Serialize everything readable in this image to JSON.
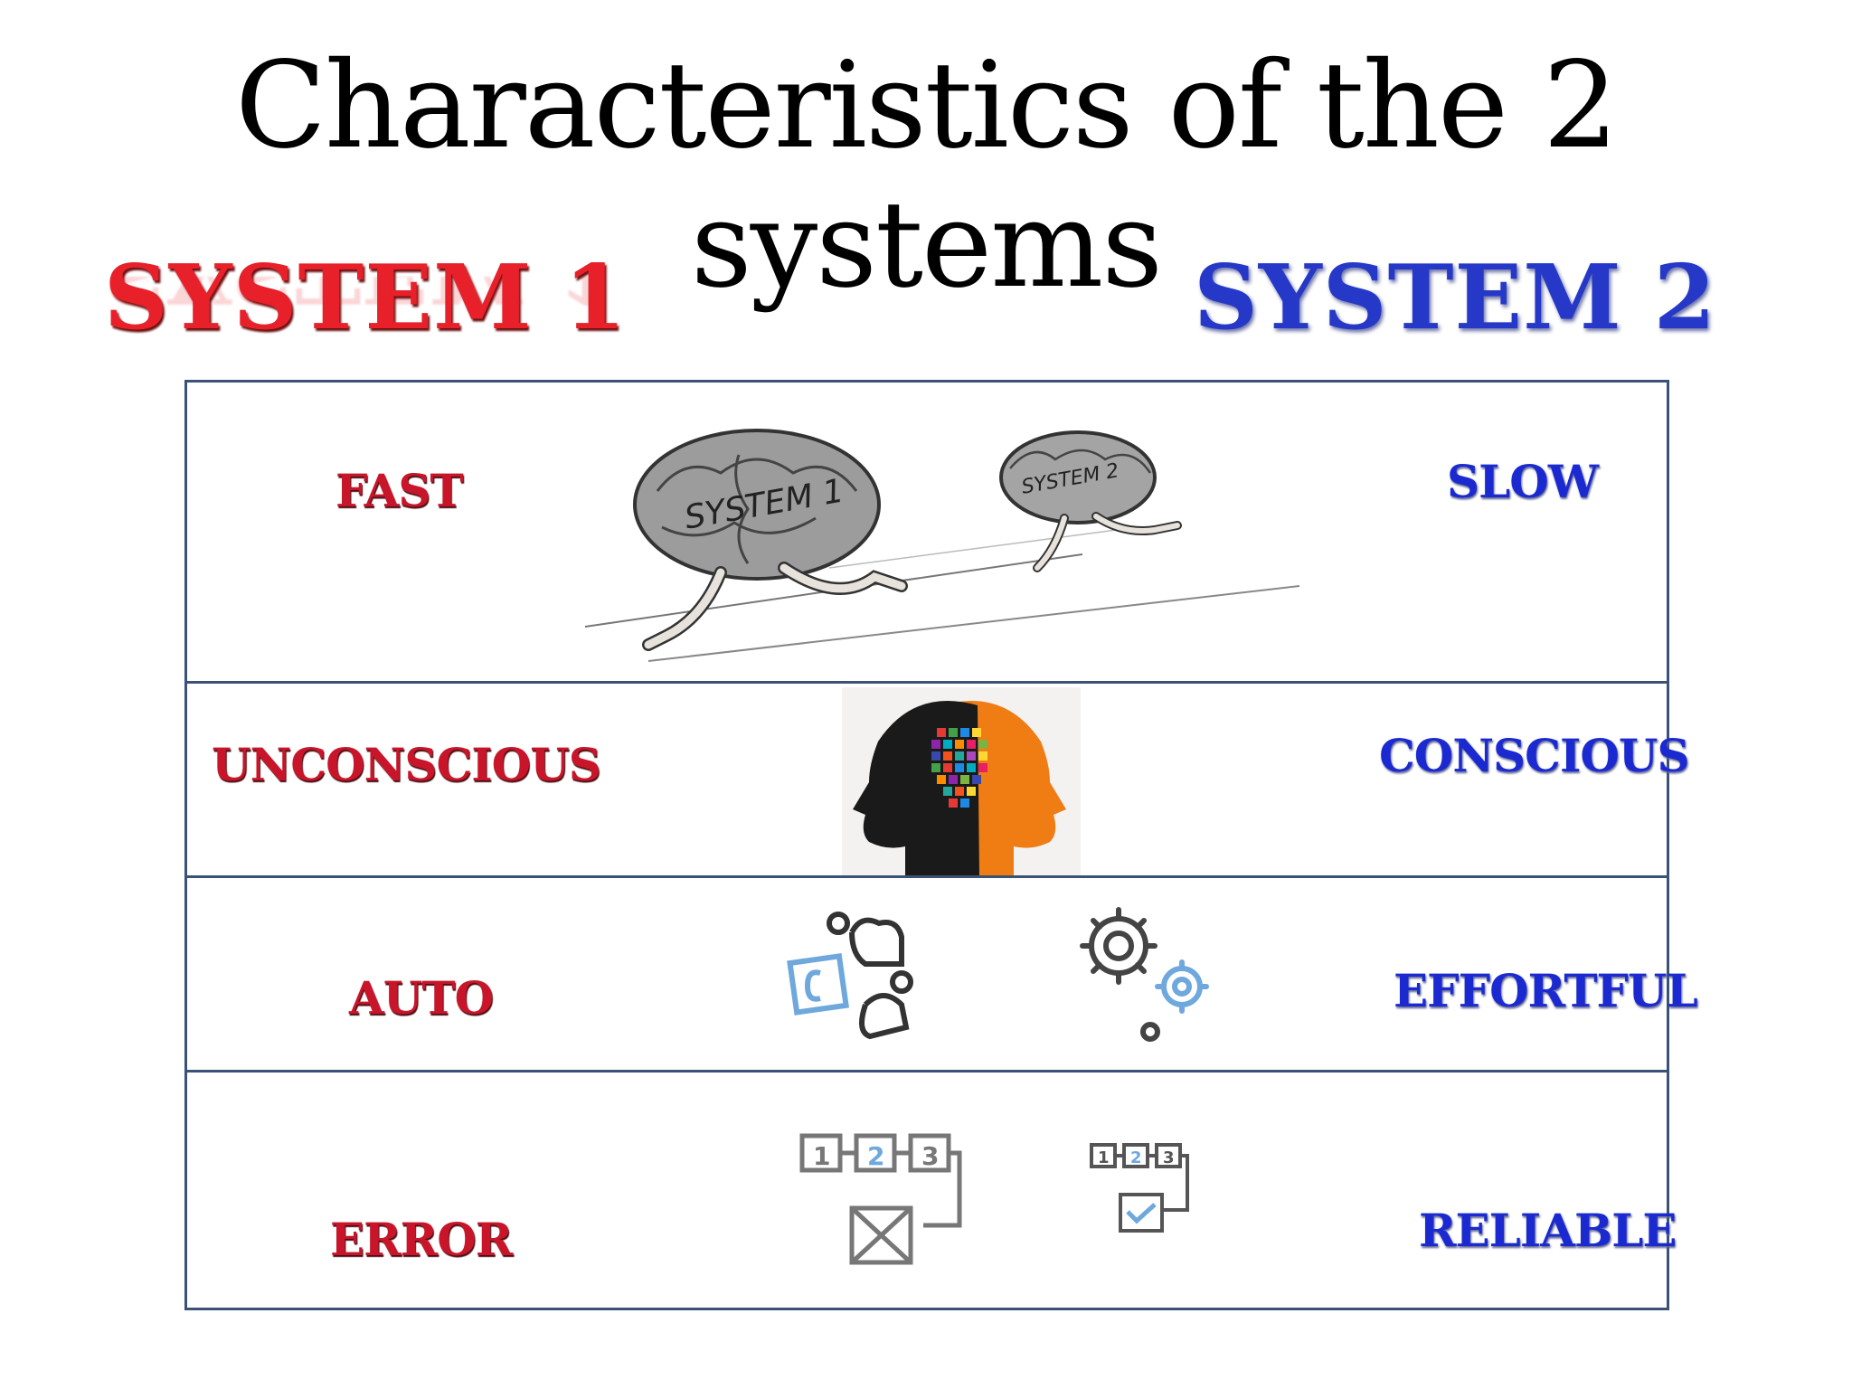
{
  "slide": {
    "title": "Characteristics of the 2 systems"
  },
  "headings": {
    "system1": "SYSTEM 1",
    "system2": "SYSTEM 2"
  },
  "rows": [
    {
      "left": "FAST",
      "right": "SLOW",
      "illustration": "running-brains-icon"
    },
    {
      "left": "UNCONSCIOUS",
      "right": "CONSCIOUS",
      "illustration": "two-heads-icon"
    },
    {
      "left": "AUTO",
      "right": "EFFORTFUL",
      "illustration": "puzzle-and-gears-icon"
    },
    {
      "left": "ERROR",
      "right": "RELIABLE",
      "illustration": "steps-checklist-icon"
    }
  ],
  "brain_text": {
    "brain1": "SYSTEM 1",
    "brain2": "SYSTEM 2"
  },
  "step_numbers": [
    "1",
    "2",
    "3"
  ],
  "colors": {
    "system1_red": "#e8202a",
    "system2_blue": "#2538c8",
    "border": "#3a5276"
  }
}
